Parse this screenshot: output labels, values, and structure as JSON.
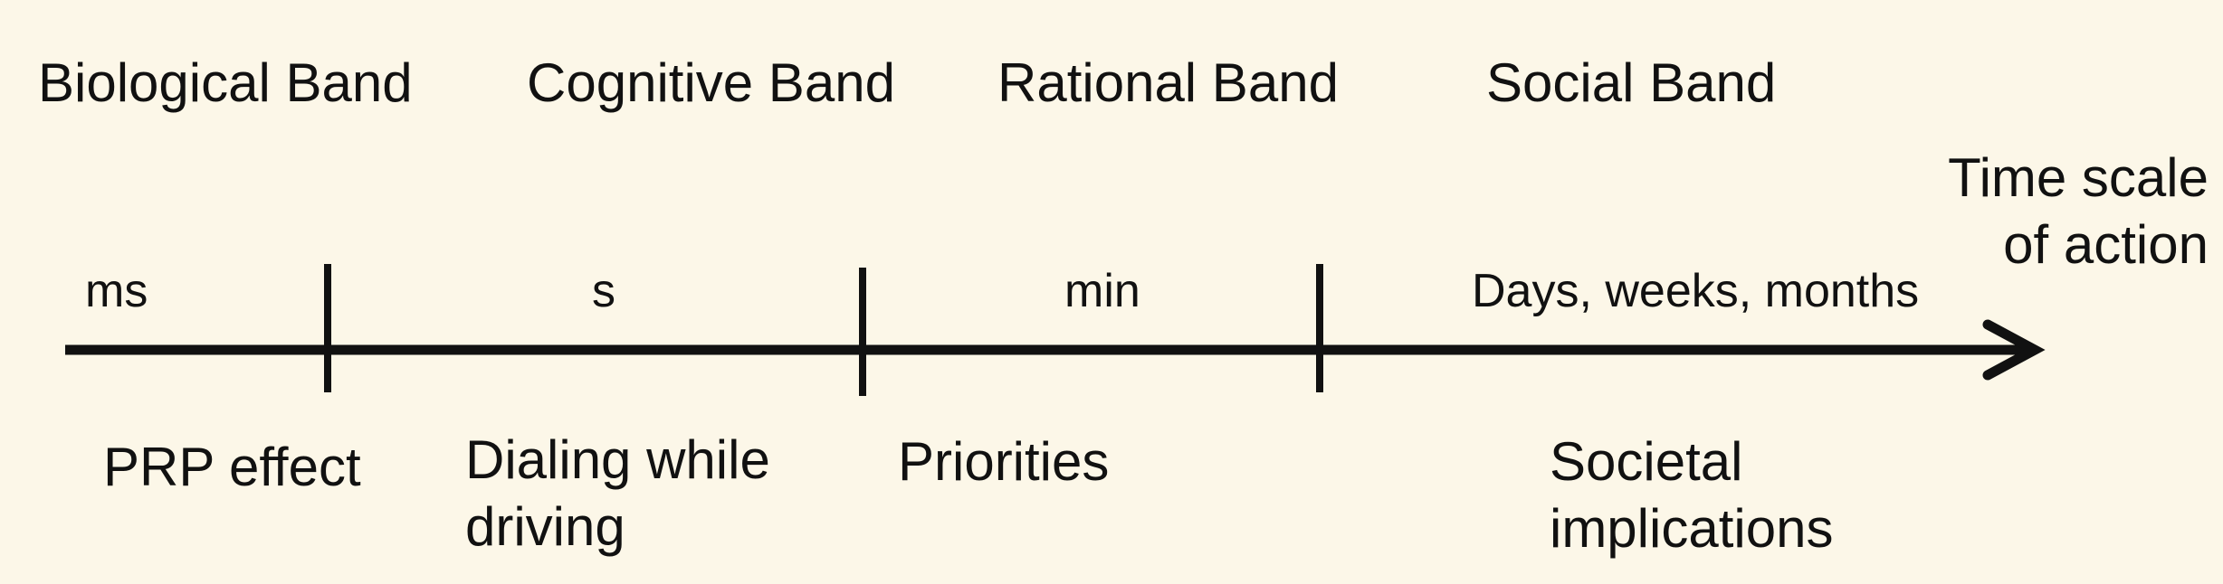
{
  "diagram": {
    "bands": [
      {
        "label": "Biological Band"
      },
      {
        "label": "Cognitive Band"
      },
      {
        "label": "Rational Band"
      },
      {
        "label": "Social Band"
      }
    ],
    "units": [
      {
        "label": "ms"
      },
      {
        "label": "s"
      },
      {
        "label": "min"
      },
      {
        "label": "Days, weeks, months"
      }
    ],
    "examples": [
      {
        "lines": [
          "PRP effect"
        ]
      },
      {
        "lines": [
          "Dialing while",
          "driving"
        ]
      },
      {
        "lines": [
          "Priorities"
        ]
      },
      {
        "lines": [
          "Societal",
          "implications"
        ]
      }
    ],
    "axis": {
      "title_lines": [
        "Time scale",
        "of action"
      ],
      "line_color": "#111111"
    },
    "background_color": "#fcf7e8"
  }
}
